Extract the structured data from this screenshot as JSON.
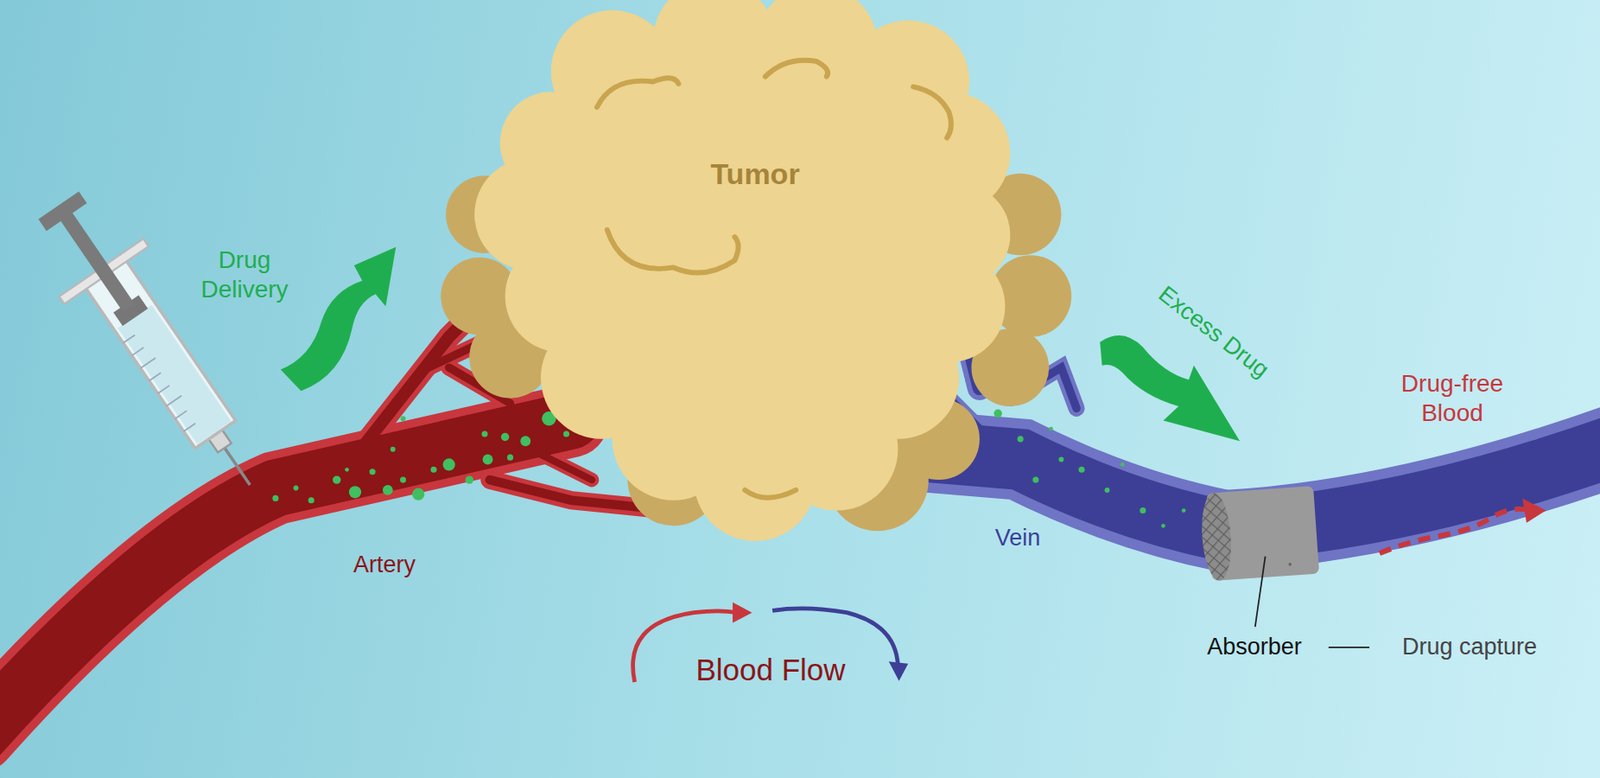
{
  "diagram": {
    "nodes": [
      {
        "text": [
          "Tumor"
        ]
      }
    ],
    "labels": [
      "Drug Delivery",
      "Excess Drug",
      "Drug-free Blood",
      "Artery",
      "Vein",
      "Blood Flow",
      "Absorber",
      "Drug capture"
    ]
  }
}
